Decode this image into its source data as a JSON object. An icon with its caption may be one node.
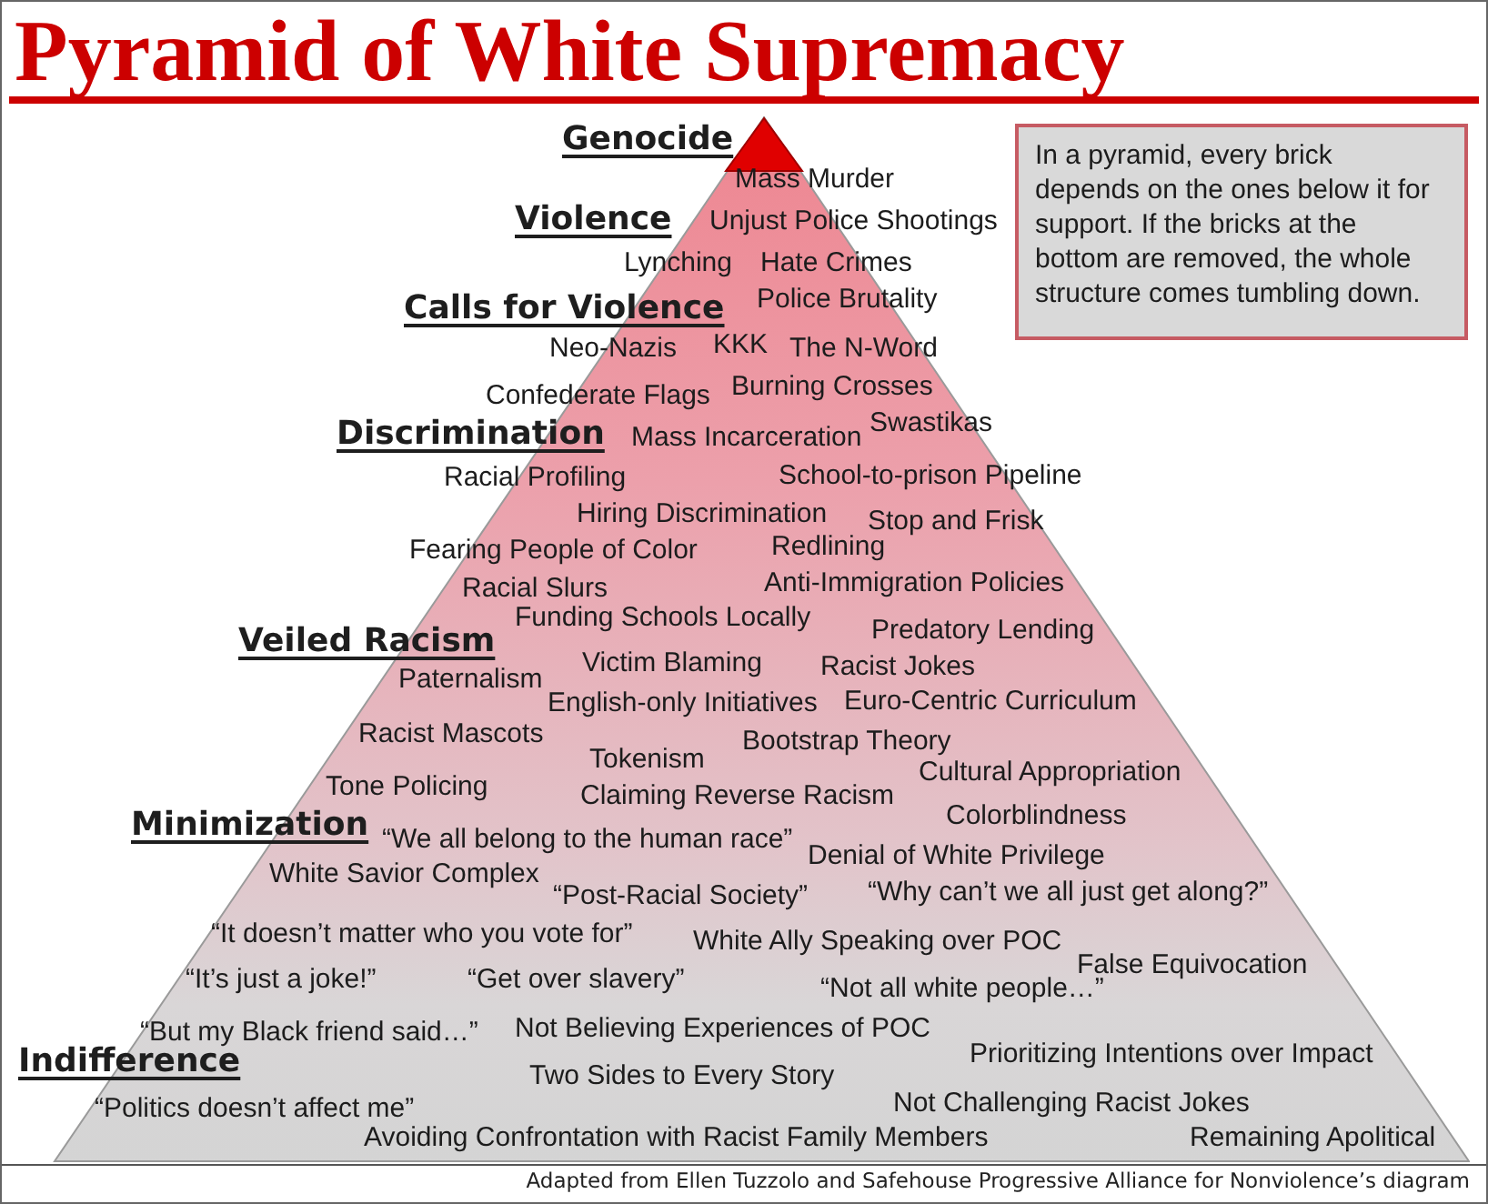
{
  "diagram": {
    "title": "Pyramid of White Supremacy",
    "caption": "Adapted from Ellen Tuzzolo and Safehouse Progressive Alliance for Nonviolence’s diagram",
    "nodes": [
      {
        "text": [
          "Genocide",
          "Mass Murder",
          "Violence",
          "Unjust Police Shootings",
          "Lynching",
          "Hate Crimes",
          "Calls for Violence",
          "Police Brutality",
          "Neo-Nazis",
          "KKK",
          "The N-Word",
          "Confederate Flags",
          "Burning Crosses",
          "Discrimination",
          "Mass Incarceration",
          "Swastikas",
          "Racial Profiling",
          "School-to-prison Pipeline",
          "Hiring Discrimination",
          "Stop and Frisk",
          "Fearing People of Color",
          "Redlining",
          "Racial Slurs",
          "Anti-Immigration Policies",
          "Funding Schools Locally",
          "Veiled Racism",
          "Predatory Lending",
          "Victim Blaming",
          "Racist Jokes",
          "Paternalism",
          "English-only Initiatives",
          "Euro-Centric Curriculum",
          "Racist Mascots",
          "Bootstrap Theory",
          "Tokenism",
          "Cultural Appropriation",
          "Tone Policing",
          "Claiming Reverse Racism",
          "Colorblindness",
          "Minimization",
          "“We all belong to the human race”",
          "Denial of White Privilege",
          "White Savior Complex",
          "“Post-Racial Society”",
          "“Why can’t we all just get along?”",
          "“It doesn’t matter who you vote for”",
          "White Ally Speaking over POC",
          "False Equivocation",
          "“It’s just a joke!”",
          "“Get over slavery”",
          "“Not all white people…”",
          "“But my Black friend said…”",
          "Not Believing Experiences of POC",
          "Indifference",
          "Prioritizing Intentions over Impact",
          "Two Sides to Every Story",
          "“Politics doesn’t affect me”",
          "Not Challenging Racist Jokes",
          "Avoiding Confrontation with Racist Family Members",
          "Remaining Apolitical"
        ]
      },
      {
        "text": [
          "In a pyramid, every brick depends on the ones below it for support. If the bricks at the bottom are removed, the whole structure comes tumbling down."
        ]
      }
    ]
  }
}
